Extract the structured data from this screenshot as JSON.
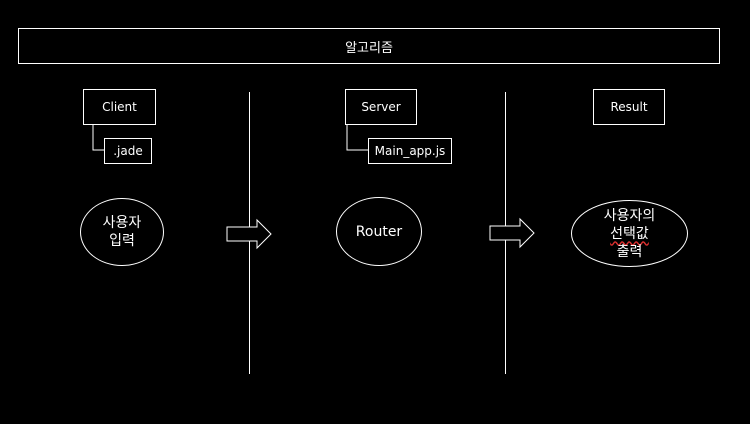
{
  "title": "알고리즘",
  "columns": {
    "client": {
      "header": "Client",
      "file": ".jade",
      "process_line1": "사용자",
      "process_line2": "입력"
    },
    "server": {
      "header": "Server",
      "file": "Main_app.js",
      "process": "Router"
    },
    "result": {
      "header": "Result",
      "process_line1": "사용자의",
      "process_line2_a": "선택값",
      "process_line2_b": "출력"
    }
  },
  "colors": {
    "background": "#000000",
    "foreground": "#ffffff",
    "spellcheck_underline": "#e03030"
  }
}
